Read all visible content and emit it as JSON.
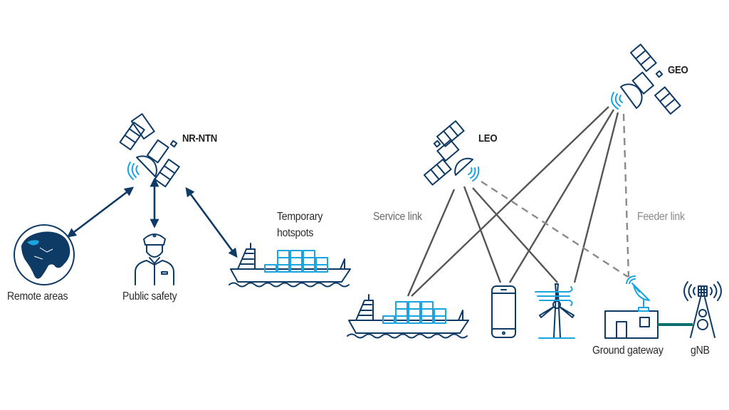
{
  "left_group": {
    "satellite_label": "NR-NTN",
    "use_cases": [
      {
        "id": "remote-areas",
        "label": "Remote areas",
        "icon": "globe-icon"
      },
      {
        "id": "public-safety",
        "label": "Public safety",
        "icon": "officer-icon"
      },
      {
        "id": "temporary-hotspots",
        "label": "Temporary hotspots",
        "label_lines": [
          "Temporary",
          "hotspots"
        ],
        "icon": "container-ship-icon"
      }
    ],
    "connection_style": "bidirectional-arrow"
  },
  "right_group": {
    "satellites": [
      {
        "id": "leo",
        "label": "LEO",
        "icon": "satellite-icon"
      },
      {
        "id": "geo",
        "label": "GEO",
        "icon": "satellite-icon"
      }
    ],
    "link_labels": {
      "service_link": "Service link",
      "feeder_link": "Feeder link"
    },
    "endpoints": [
      {
        "id": "ship",
        "icon": "container-ship-icon",
        "label": ""
      },
      {
        "id": "phone",
        "icon": "smartphone-icon",
        "label": ""
      },
      {
        "id": "wind-turbine",
        "icon": "wind-turbine-icon",
        "label": ""
      },
      {
        "id": "ground-gateway",
        "icon": "ground-gateway-icon",
        "label": "Ground gateway"
      },
      {
        "id": "gnb",
        "icon": "cell-tower-icon",
        "label": "gNB"
      }
    ],
    "links": [
      {
        "from": "leo",
        "to": "ship",
        "type": "service"
      },
      {
        "from": "leo",
        "to": "phone",
        "type": "service"
      },
      {
        "from": "leo",
        "to": "wind-turbine",
        "type": "service"
      },
      {
        "from": "leo",
        "to": "ground-gateway",
        "type": "feeder"
      },
      {
        "from": "geo",
        "to": "ship",
        "type": "service"
      },
      {
        "from": "geo",
        "to": "phone",
        "type": "service"
      },
      {
        "from": "geo",
        "to": "wind-turbine",
        "type": "service"
      },
      {
        "from": "geo",
        "to": "ground-gateway",
        "type": "feeder"
      },
      {
        "from": "ground-gateway",
        "to": "gnb",
        "type": "terrestrial"
      }
    ]
  },
  "colors": {
    "navy": "#0e3a66",
    "cyan": "#1aa4e0",
    "service_link": "#555555",
    "feeder_link": "#8a8a8a",
    "terrestrial_link": "#0d6e6e"
  }
}
